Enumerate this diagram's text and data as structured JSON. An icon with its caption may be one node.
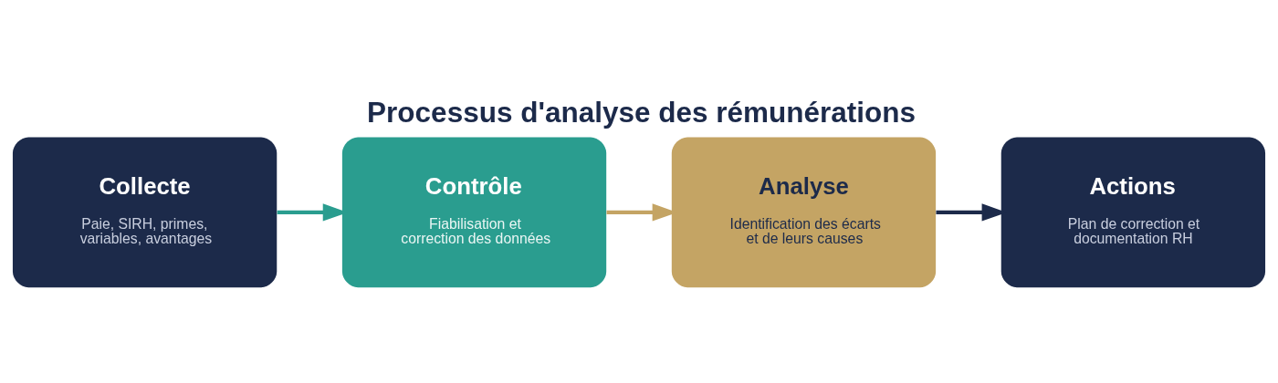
{
  "diagram": {
    "title": "Processus d'analyse des rémunérations",
    "nodes": [
      {
        "text": [
          "Collecte",
          "Paie, SIRH, primes, variables, avantages"
        ]
      },
      {
        "text": [
          "Contrôle",
          "Fiabilisation et correction des données"
        ]
      },
      {
        "text": [
          "Analyse",
          "Identification des écarts et de leurs causes"
        ]
      },
      {
        "text": [
          "Actions",
          "Plan de correction et documentation RH"
        ]
      }
    ],
    "edges": [
      {
        "from": 0,
        "to": 1,
        "arrow": "to",
        "color": "#2a9d8f"
      },
      {
        "from": 1,
        "to": 2,
        "arrow": "to",
        "color": "#c4a464"
      },
      {
        "from": 2,
        "to": 3,
        "arrow": "to",
        "color": "#1c2a4a"
      }
    ]
  }
}
